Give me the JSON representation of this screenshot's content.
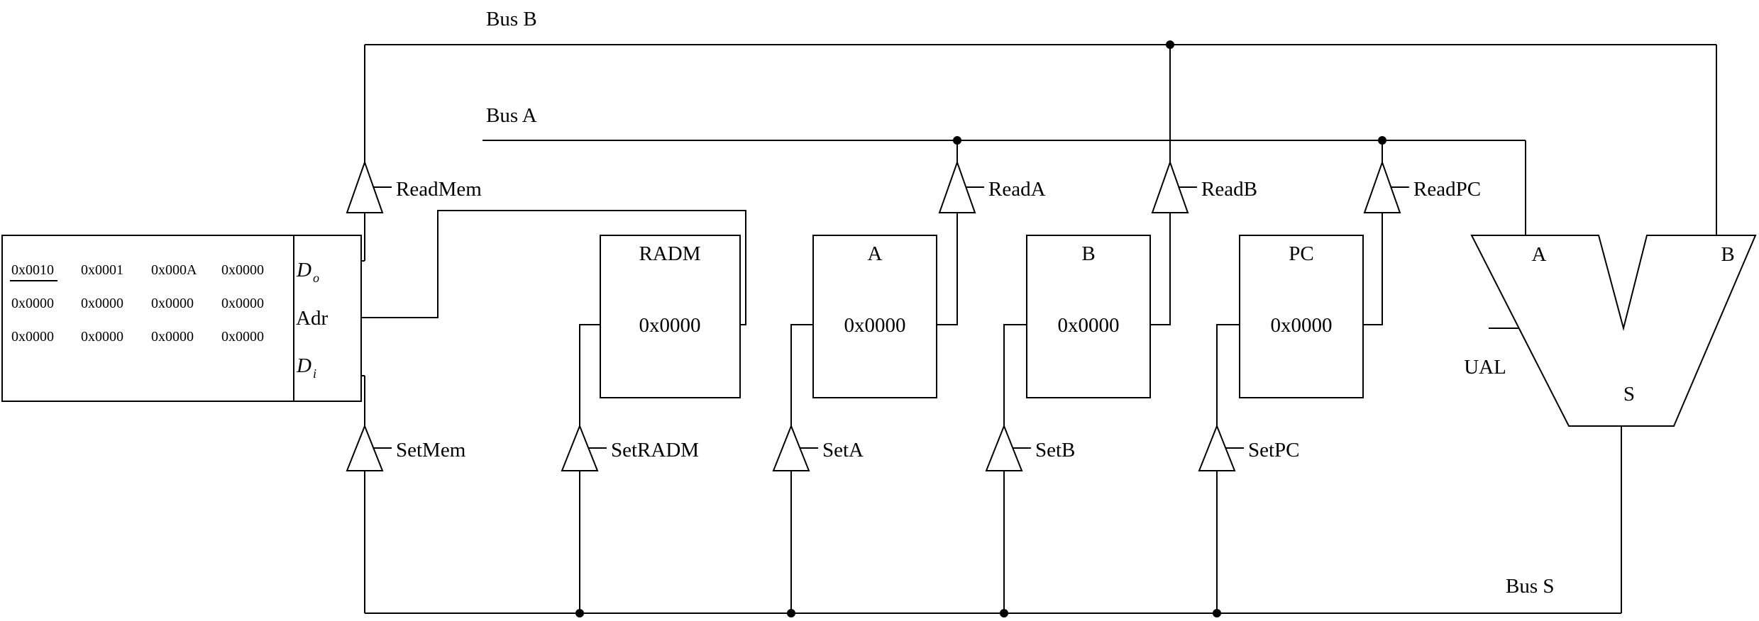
{
  "diagram": {
    "bus_b_label": "Bus B",
    "bus_a_label": "Bus A",
    "bus_s_label": "Bus S",
    "memory": {
      "cells": [
        [
          "0x0010",
          "0x0001",
          "0x000A",
          "0x0000"
        ],
        [
          "0x0000",
          "0x0000",
          "0x0000",
          "0x0000"
        ],
        [
          "0x0000",
          "0x0000",
          "0x0000",
          "0x0000"
        ]
      ],
      "port_dout": {
        "letter": "D",
        "sub": "o"
      },
      "port_adr": "Adr",
      "port_din": {
        "letter": "D",
        "sub": "i"
      }
    },
    "registers": [
      {
        "name": "RADM",
        "value": "0x0000"
      },
      {
        "name": "A",
        "value": "0x0000"
      },
      {
        "name": "B",
        "value": "0x0000"
      },
      {
        "name": "PC",
        "value": "0x0000"
      }
    ],
    "control_signals": {
      "read_mem": "ReadMem",
      "set_mem": "SetMem",
      "set_radm": "SetRADM",
      "read_a": "ReadA",
      "set_a": "SetA",
      "read_b": "ReadB",
      "set_b": "SetB",
      "read_pc": "ReadPC",
      "set_pc": "SetPC"
    },
    "alu": {
      "label": "UAL",
      "input_a": "A",
      "input_b": "B",
      "output_s": "S"
    }
  }
}
